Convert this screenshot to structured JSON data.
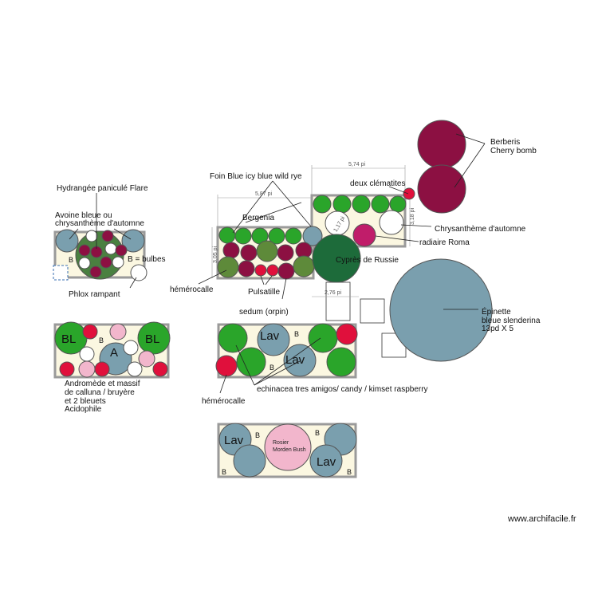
{
  "colors": {
    "green": "#2aa52a",
    "dark_green": "#1d6b3a",
    "olive": "#5e8a3a",
    "crimson": "#8c1042",
    "red": "#e0103c",
    "pink": "#f2b6cc",
    "blue_grey": "#7a9fae",
    "white": "#ffffff",
    "bed_fill": "#fbf7e1",
    "bed_border": "#9a9a9a"
  },
  "labels": {
    "berberis_1": "Berberis",
    "berberis_2": "Cherry bomb",
    "foin": "Foin Blue icy blue wild rye",
    "clematites": "deux clématites",
    "hydrangee": "Hydrangée paniculé Flare",
    "avoine_1": "Avoine bleue ou",
    "avoine_2": "chrysanthème d'automne",
    "bergenia": "Bergenia",
    "chrysantheme": "Chrysanthème d'automne",
    "radiaire": "radiaire Roma",
    "b_bulbes": "B = bulbes",
    "cypres": "Cyprès de Russie",
    "phlox": "Phlox rampant",
    "hemerocalle_1": "hémérocalle",
    "pulsatille": "Pulsatille",
    "sedum": "sedum (orpin)",
    "epinette_1": "Épinette",
    "epinette_2": "bleue slenderina",
    "epinette_3": "13pd X 5",
    "andromede_1": "Andromède et massif",
    "andromede_2": "de calluna / bruyère",
    "andromede_3": "et 2 bleuets",
    "andromede_4": "Acidophile",
    "echinacea": "echinacea tres amigos/ candy / kimset raspberry",
    "hemerocalle_2": "hémérocalle",
    "rosier_1": "Rosier",
    "rosier_2": "Morden Bush",
    "watermark": "www.archifacile.fr"
  },
  "dimensions": {
    "d574": "5,74 pi",
    "d587": "5,87 pi",
    "d318": "3,18 pi",
    "d305": "3,05 pi",
    "d276": "2,76 pi",
    "d117": "1,17 pi"
  },
  "markers": {
    "B": "B",
    "BL": "BL",
    "A": "A",
    "Lav": "Lav"
  }
}
